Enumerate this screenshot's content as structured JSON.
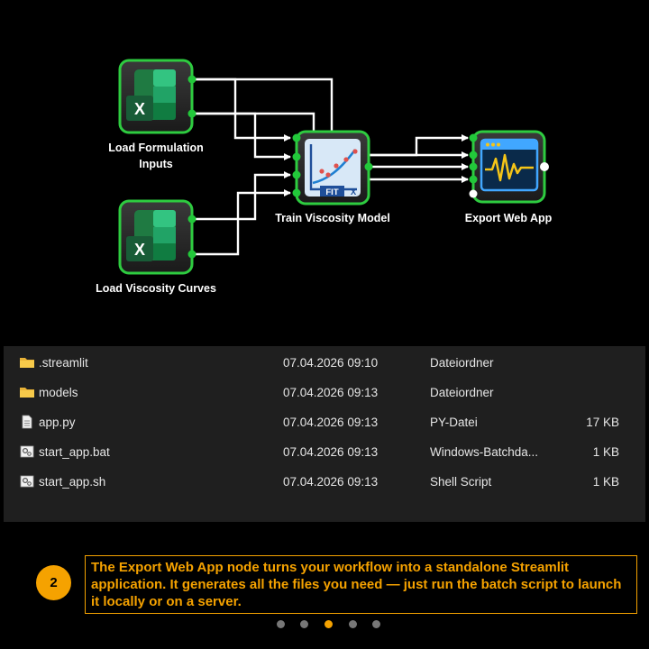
{
  "workflow": {
    "nodes": [
      {
        "label_lines": [
          "Load Formulation",
          "Inputs"
        ],
        "icon": "excel-icon"
      },
      {
        "label_lines": [
          "Load Viscosity Curves"
        ],
        "icon": "excel-icon"
      },
      {
        "label_lines": [
          "Train Viscosity Model"
        ],
        "icon": "curve-fit-icon",
        "icon_text": "FIT",
        "axis_text": "X"
      },
      {
        "label_lines": [
          "Export Web App"
        ],
        "icon": "web-app-monitor-icon"
      }
    ],
    "excel_glyph": "X",
    "node_color": "#2ecc40"
  },
  "files": {
    "rows": [
      {
        "name": ".streamlit",
        "date": "07.04.2026 09:10",
        "type": "Dateiordner",
        "size": "",
        "icon": "folder-icon"
      },
      {
        "name": "models",
        "date": "07.04.2026 09:13",
        "type": "Dateiordner",
        "size": "",
        "icon": "folder-icon"
      },
      {
        "name": "app.py",
        "date": "07.04.2026 09:13",
        "type": "PY-Datei",
        "size": "17 KB",
        "icon": "file-icon"
      },
      {
        "name": "start_app.bat",
        "date": "07.04.2026 09:13",
        "type": "Windows-Batchda...",
        "size": "1 KB",
        "icon": "batch-file-icon"
      },
      {
        "name": "start_app.sh",
        "date": "07.04.2026 09:13",
        "type": "Shell Script",
        "size": "1 KB",
        "icon": "batch-file-icon"
      }
    ]
  },
  "step": {
    "number": "2",
    "caption": "The Export Web App node turns your workflow into a standalone Streamlit application. It generates all the files you need — just run the batch script to launch it locally or on a server."
  },
  "pager": {
    "count": 5,
    "active": 3
  },
  "colors": {
    "accent": "#f5a200",
    "node_border": "#2ecc40",
    "panel": "#1f1f1f"
  }
}
